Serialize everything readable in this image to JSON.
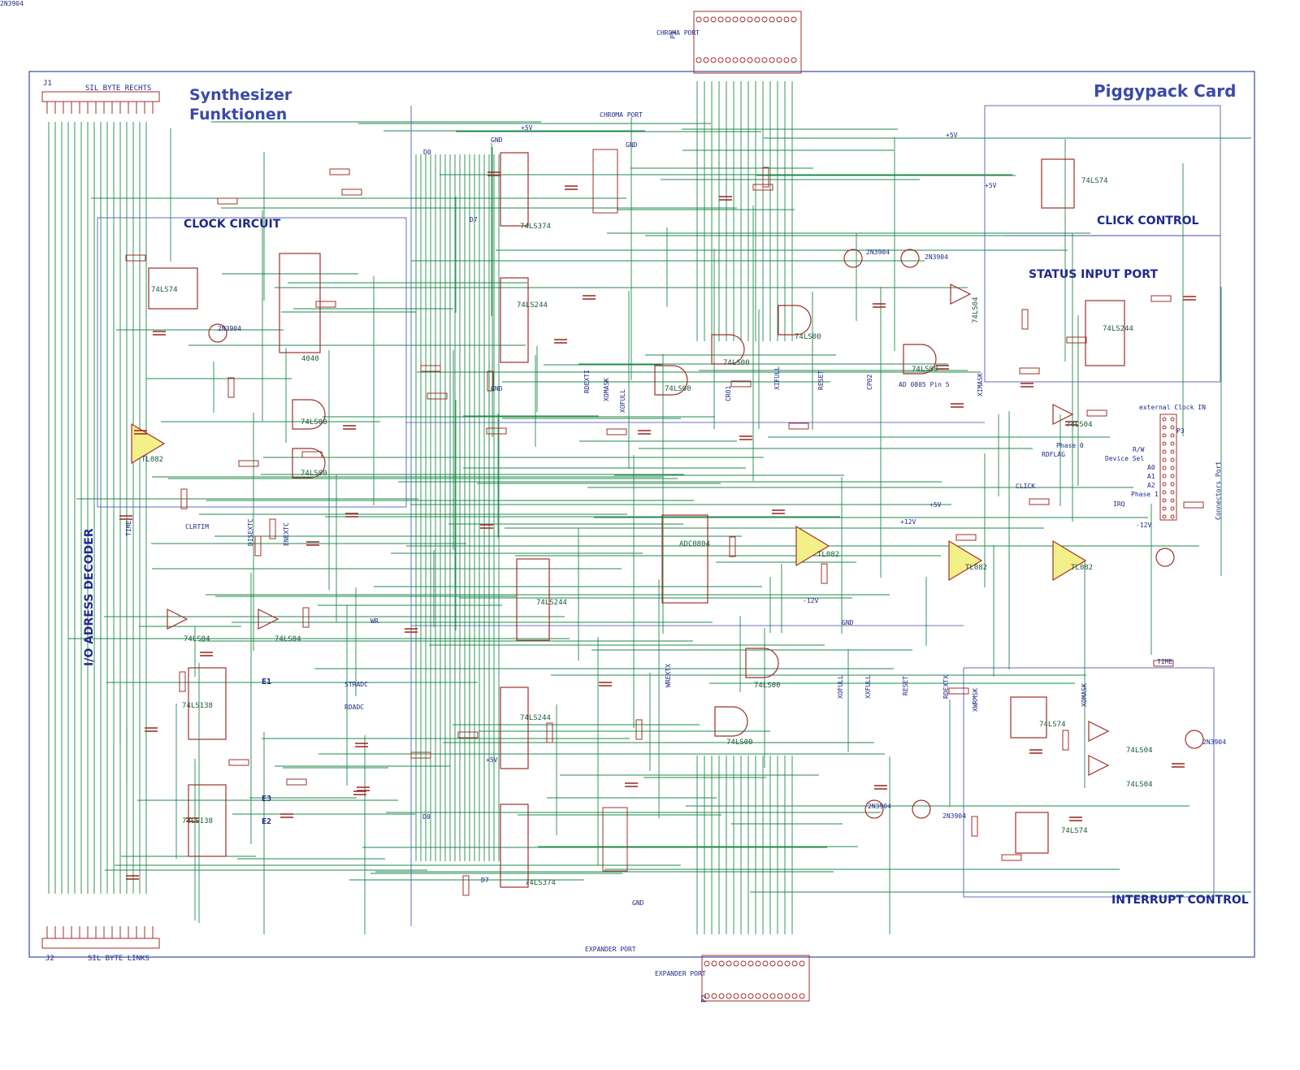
{
  "sheet": {
    "title_left_line1": "Synthesizer",
    "title_left_line2": "Funktionen",
    "title_right": "Piggypack Card"
  },
  "blocks": {
    "clock_circuit": "CLOCK CIRCUIT",
    "io_decoder": "I/O ADRESS DECODER",
    "click_control": "CLICK CONTROL",
    "status_input_port": "STATUS INPUT PORT",
    "interrupt_control": "INTERRUPT CONTROL"
  },
  "connectors": {
    "j1": "J1",
    "j1_name": "SIL BYTE RECHTS",
    "j2": "J2",
    "j2_name": "SIL BYTE LINKS",
    "p1": "P1",
    "p1_name": "CHROMA PORT",
    "p2": "P2",
    "p2_name": "EXPANDER PORT",
    "p3": "P3",
    "chroma_port_label": "CHROMA PORT",
    "expander_port_label": "EXPANDER PORT",
    "connector_port": "Connectors Port"
  },
  "chips": {
    "u8": "74LS374",
    "u9": "74LS244",
    "u10": "74LS244",
    "u11": "74LS374",
    "u12": "74LS244",
    "u13": "ADC0804",
    "u2a": "74LS74",
    "u7": "4040",
    "u1a": "TL082",
    "u6a": "74LS00",
    "u6b": "74LS00",
    "u6c": "74LS00",
    "u6d": "74LS00",
    "u14c": "74LS00",
    "u14d": "74LS00",
    "u14b": "74LS00",
    "u14a": "74LS00",
    "u3a": "74LS04",
    "u3b": "74LS04",
    "u3c": "74LS04",
    "u3d": "74LS04",
    "u3e": "74LS04",
    "u3f": "74LS04",
    "u4": "74LS138",
    "u5": "74LS138",
    "u28": "74LS74",
    "u18": "74LS244",
    "u1b": "TL082",
    "u16a": "TL082",
    "u16b": "TL082",
    "u17a": "74LS74",
    "u17b": "74LS74"
  },
  "nets": {
    "plus5v": "+5V",
    "gnd": "GND",
    "plus12v": "+12V",
    "minus12v": "-12V",
    "d0": "D0",
    "d7": "D7",
    "time": "TIME",
    "clrtim": "CLRTIM",
    "disextc": "DISEXTC",
    "enextc": "ENEXTC",
    "wr": "WR",
    "stradc": "STRADC",
    "rdadc": "RDADC",
    "rdexti": "RDEXTI",
    "xomask": "XOMASK",
    "xofull": "XOFULL",
    "cr01": "CR01",
    "xifull": "XIFULL",
    "reset": "RESET",
    "cp02": "CP02",
    "ad0805": "AD 0805 Pin 5",
    "ximask": "XIMASK",
    "wrextx": "WREXTX",
    "xxfull": "XXFULL",
    "rdextx": "RDEXTX",
    "xwrmsk": "XWRMSK",
    "click": "CLICK",
    "phase0": "Phase 0",
    "phase1": "Phase 1",
    "rdflag": "RDFLAG",
    "external_clock": "external Clock IN",
    "rw": "R/W",
    "device_sel": "Device Sel",
    "a0": "A0",
    "a1": "A1",
    "a2": "A2",
    "irq": "IRQ",
    "e1": "E1",
    "e2": "E2",
    "e3": "E3",
    "q_2n3904": "2N3904"
  },
  "colors": {
    "wire": "#1f8a4c",
    "component": "#a0302a",
    "frame": "#3b4aa8",
    "opamp_fill": "#f3f089",
    "pin_text": "#1f2a8a"
  }
}
